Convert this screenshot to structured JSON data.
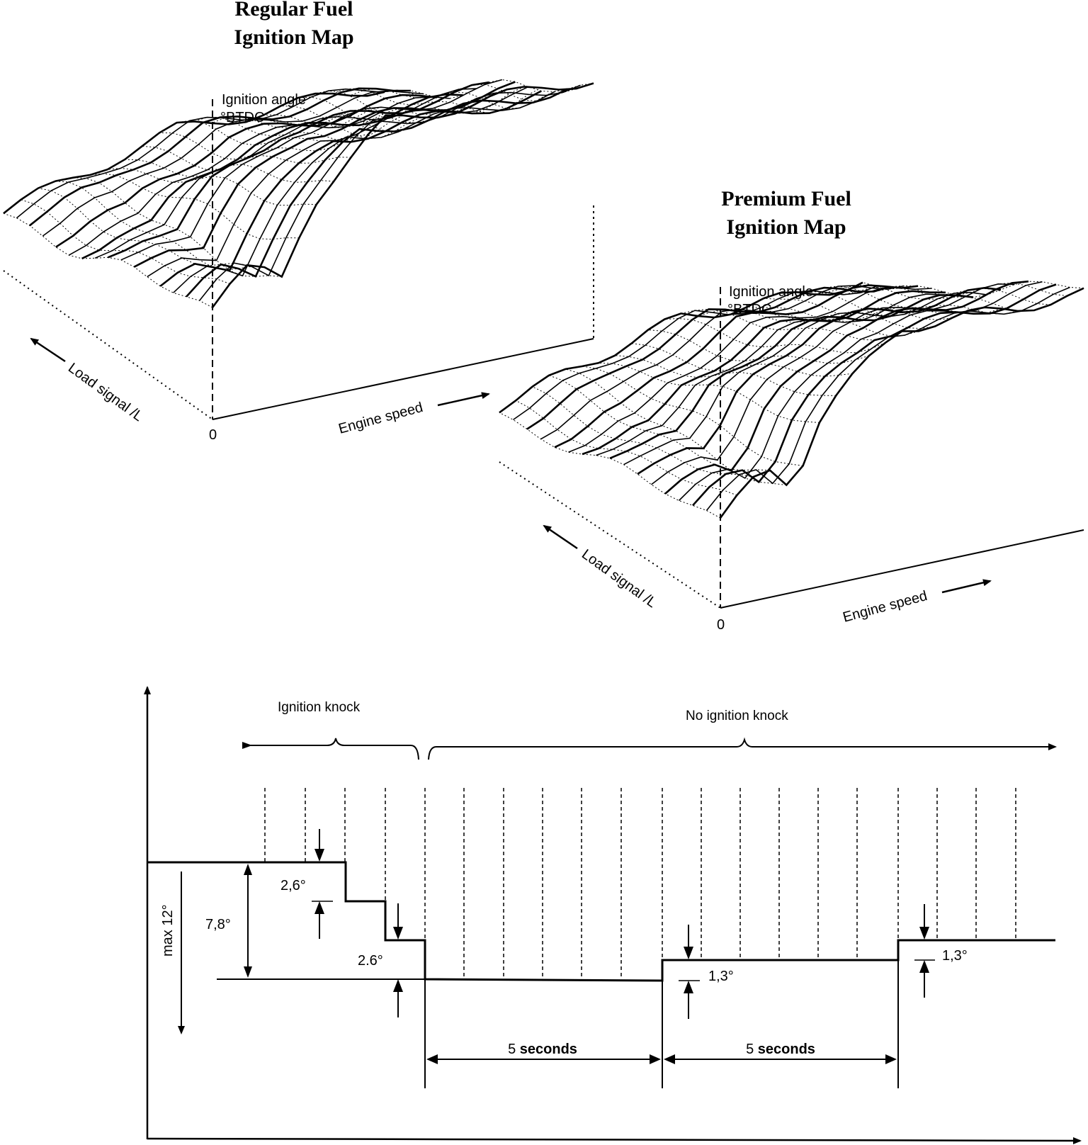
{
  "regular_map": {
    "title_line1": "Regular Fuel",
    "title_line2": "Ignition Map",
    "z_label_line1": "Ignition angle",
    "z_label_line2": "°BTDC",
    "y_label": "Load signal /L",
    "x_label": "Engine speed",
    "origin": "0"
  },
  "premium_map": {
    "title_line1": "Premium Fuel",
    "title_line2": "Ignition Map",
    "z_label_line1": "Ignition angle",
    "z_label_line2": "°BTDC",
    "y_label": "Load signal /L",
    "x_label": "Engine speed",
    "origin": "0"
  },
  "knock_diagram": {
    "ignition_knock": "Ignition knock",
    "no_ignition_knock": "No ignition knock",
    "max_label": "max 12°",
    "total_retard": "7,8°",
    "step1": "2,6°",
    "step2": "2.6°",
    "recovery1": "1,3°",
    "recovery2": "1,3°",
    "interval1_num": "5",
    "interval1_unit": "seconds",
    "interval2_num": "5",
    "interval2_unit": "seconds"
  }
}
